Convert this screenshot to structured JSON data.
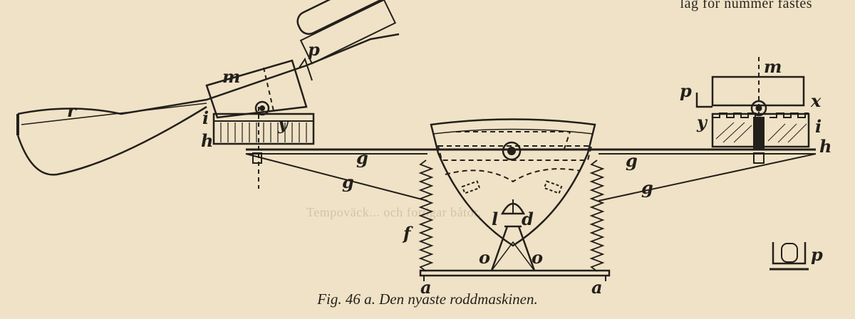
{
  "figure": {
    "caption": "Fig. 46 a.  Den nyaste roddmaskinen.",
    "top_text_fragment": "lag för nummer fastes",
    "heading_fragment": "Tempoväck... och fordgar båtor.",
    "labels": {
      "r": "r",
      "m": "m",
      "p": "p",
      "i": "i",
      "h": "h",
      "y": "y",
      "g": "g",
      "f": "f",
      "l": "l",
      "d": "d",
      "o": "o",
      "a": "a",
      "x": "x"
    }
  }
}
